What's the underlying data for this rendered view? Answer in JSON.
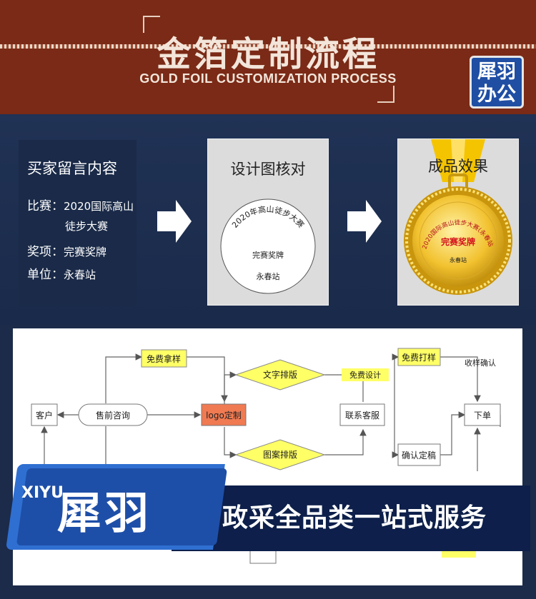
{
  "header": {
    "title_cn": "金箔定制流程",
    "title_en": "GOLD FOIL CUSTOMIZATION PROCESS",
    "logo_line1": "犀羽",
    "logo_line2": "办公"
  },
  "buyer": {
    "title": "买家留言内容",
    "rows": [
      {
        "label": "比赛：",
        "value": "2020国际高山"
      },
      {
        "label": "",
        "value": "徒步大赛"
      },
      {
        "label": "奖项：",
        "value": "完赛奖牌"
      },
      {
        "label": "单位：",
        "value": "永春站"
      }
    ]
  },
  "design_check": {
    "title": "设计图核对",
    "arc_text": "2020年高山徒步大赛",
    "award": "完赛奖牌",
    "unit": "永春站"
  },
  "result": {
    "title": "成品效果",
    "medal_arc": "2020国际高山徒步大赛(永春站)",
    "medal_award": "完赛奖牌",
    "medal_unit": "永春站"
  },
  "flow": {
    "customer": "客户",
    "presale": "售前咨询",
    "free_sample": "免费拿样",
    "logo_custom": "logo定制",
    "text_layout": "文字排版",
    "pattern_layout": "图案排版",
    "free_design": "免费设计",
    "contact_service": "联系客服",
    "free_proof": "免费打样",
    "receive_confirm": "收样确认",
    "order": "下单",
    "confirm_draft": "确认定稿"
  },
  "promo": {
    "xiyu": "XIYU",
    "brand": "犀羽",
    "slogan": "政采全品类一站式服务"
  },
  "colors": {
    "banner": "#7a2a16",
    "navy": "#1c2b49",
    "yellow_box": "#ffff66",
    "orange_box": "#f07a52",
    "blue_accent": "#2f6fd1"
  }
}
